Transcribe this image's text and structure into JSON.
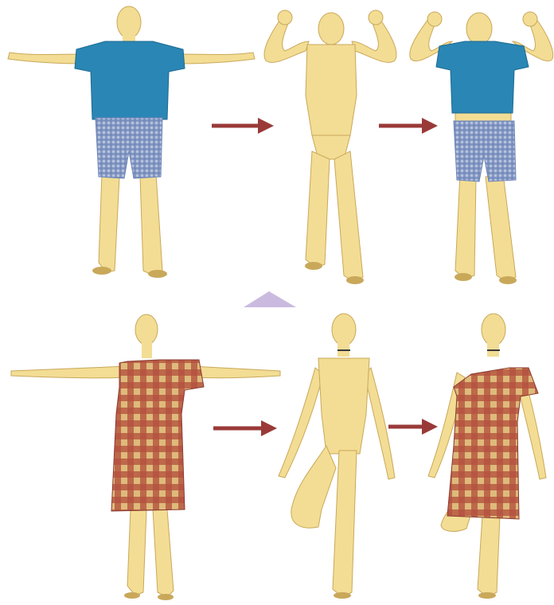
{
  "scene": {
    "rows": [
      {
        "panels": [
          {
            "figure": "male-tpose-dressed",
            "garment": "blue-tshirt-plaid-shorts"
          },
          {
            "figure": "male-flex-body",
            "garment": "none"
          },
          {
            "figure": "male-flex-dressed",
            "garment": "blue-tshirt-plaid-shorts"
          }
        ]
      },
      {
        "panels": [
          {
            "figure": "female-tpose-dressed",
            "garment": "red-plaid-one-shoulder-dress"
          },
          {
            "figure": "female-kneeraise-body",
            "garment": "none"
          },
          {
            "figure": "female-kneeraise-dressed",
            "garment": "red-plaid-one-shoulder-dress"
          }
        ]
      }
    ],
    "arrow_icon": "right-arrow-icon",
    "divider_icon": "triangle-icon"
  },
  "colors": {
    "skin": "#f3dd94",
    "skin_shadow": "#c9a85a",
    "shirt": "#2a86b4",
    "shorts": "#8e9fc7",
    "dress": "#b85a4c",
    "dress_light": "#d8b16c",
    "arrow": "#9a3a38",
    "triangle": "#cbbadf"
  }
}
